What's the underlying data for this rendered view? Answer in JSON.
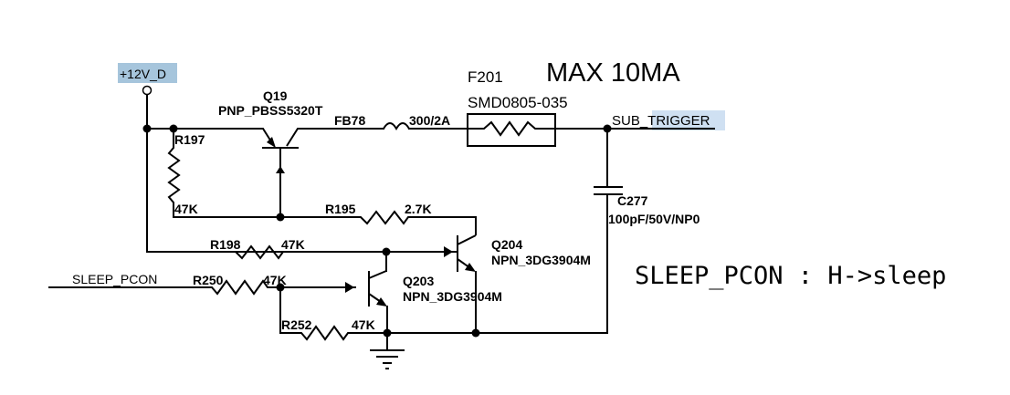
{
  "nets": {
    "power": "+12V_D",
    "output": "SUB_TRIGGER",
    "output_highlight": "TRIGGER",
    "output_prefix": "SUB_",
    "input": "SLEEP_PCON"
  },
  "notes": {
    "max_current": "MAX 10MA",
    "logic": "SLEEP_PCON : H->sleep"
  },
  "components": {
    "q19": {
      "ref": "Q19",
      "part": "PNP_PBSS5320T"
    },
    "fb78": {
      "ref": "FB78",
      "value": "300/2A"
    },
    "f201": {
      "ref": "F201",
      "part": "SMD0805-035"
    },
    "c277": {
      "ref": "C277",
      "value": "100pF/50V/NP0"
    },
    "r197": {
      "ref": "R197",
      "value": "47K"
    },
    "r195": {
      "ref": "R195",
      "value": "2.7K"
    },
    "r198": {
      "ref": "R198",
      "value": "47K"
    },
    "q204": {
      "ref": "Q204",
      "part": "NPN_3DG3904M"
    },
    "q203": {
      "ref": "Q203",
      "part": "NPN_3DG3904M"
    },
    "r250": {
      "ref": "R250",
      "value": "47K"
    },
    "r252": {
      "ref": "R252",
      "value": "47K"
    }
  }
}
